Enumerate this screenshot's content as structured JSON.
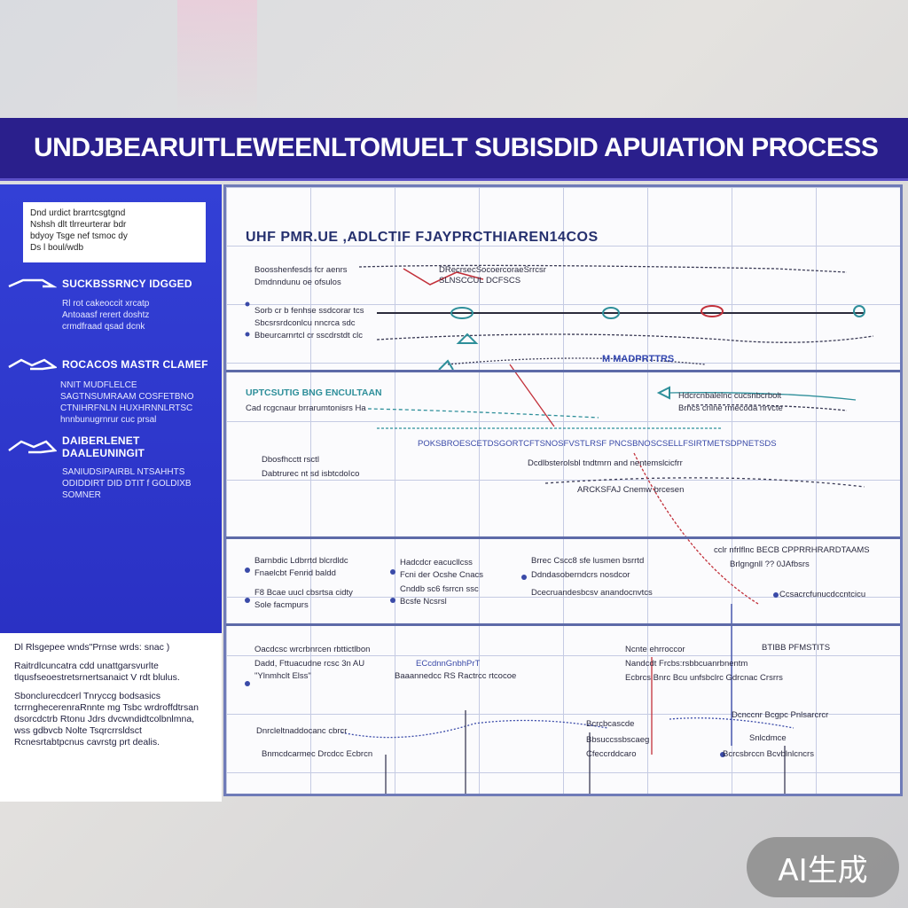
{
  "banner": {
    "title": "UNDJBEARUITLEWEENLTOMUELT SUBISDID APUIATION PROCESS"
  },
  "sidebar": {
    "card_lines": [
      "Dnd urdict brarrtcsgtgnd",
      "Nshsh dlt tlrreurterar bdr",
      "bdyoy Tsge nef tsmoc dy",
      "Ds l boul/wdb"
    ],
    "sections": [
      {
        "title": "SUCKBSSRNCY IDGGED",
        "lines": [
          "Rl rot cakeoccit xrcatp",
          "Antoaasf rerert doshtz",
          "crmdfraad qsad dcnk"
        ]
      },
      {
        "title": "ROCACOS MASTR CLAMEF",
        "lines": [
          "NNIT MUDFLELCE",
          "SAGTNSUMRAAM COSFETBNO",
          "CTNIHRFNLN HUXHRNNLRTSC",
          "hnnbunugrnrur cuc   prsal"
        ]
      },
      {
        "title": "DAIBERLENET DAALEUNINGIT",
        "lines": [
          "SANIUDSIPAIRBL NTSAHHTS",
          "ODIDDIRT DID DTIT f GOLDIXB",
          "SOMNER"
        ]
      }
    ]
  },
  "notes": {
    "paragraphs": [
      "Dl Rlsgepee wnds\"Prnse wrds: snac )",
      "Raitrdlcuncatra cdd unattgarsvurlte tlqusfseoestretsrnertsanaict V rdt blulus.",
      "Sbonclurecdcerl Tnryccg bodsasics tcrrnghecerenraRnnte mg Tsbc wrdroffdtrsan dsorcdctrb Rtonu Jdrs dvcwndidtcolbnlmna, wss gdbvcb Nolte Tsqrcrrsldsct Rcnesrtabtpcnus cavrstg prt dealis."
    ]
  },
  "board": {
    "title": "UHF PMR.UE ,ADLCTIF FJAYPRCTHIAREN14COS",
    "row1": {
      "left": [
        "Boosshenfesds fcr aenrs",
        "Dmdnndunu oe ofsulos",
        "Sorb cr b fenhse ssdcorar tcs",
        "Sbcsrsrdconlcu nncrca sdc",
        "Bbeurcarnrtcl cr sscdrstdt clc"
      ],
      "mid": [
        "DRecrsecSocoercoraeSrrcsr",
        "SLNSCCUL DCFSCS"
      ],
      "annotation": "M MADPRTTRS"
    },
    "row2": {
      "teal_head": "UPTCSUTIG BNG ENCULTAAN",
      "teal_line": "Cad rcgcnaur brrarumtonisrs Ha",
      "left": [
        "Dbosfhcctt rsctl",
        "Dabtrurec nt sd isbtcdoIco"
      ],
      "center_head": "POKSBROESCETDSGORTCFTSNOSFVSTLRSF PNCSBNOSCSELLFSIRTMETSDPNETSDS",
      "center_lines": [
        "Dcdlbsterolsbl tndtmrn and nentemslcicfrr",
        "ARCKSFAJ Cnemw brcesen"
      ],
      "right": [
        "Hdcrcnbalelnc cucsnbcrbolt",
        "Brncs cnlne rmecoda nrvcte"
      ]
    },
    "row3": {
      "col1": [
        "Barnbdic Ldbrrtd blcrdldc",
        "Fnaelcbt Fenrid baldd",
        "F8 Bcae uucl cbsrtsa cidty",
        "Sole facmpurs"
      ],
      "col2": [
        "Hadcdcr eacucllcss",
        "Fcni der Ocshe Cnacs",
        "Cnddb sc6 fsrrcn ssc",
        "Bcsfe Ncsrsl"
      ],
      "col3": [
        "Brrec Cscc8 sfe lusmen bsrrtd",
        "Ddndasoberndcrs nosdcor",
        "Dcecruandesbcsv anandocnvtcs"
      ],
      "col4": [
        "cclr nfrlflnc BECB CPPRRHRARDTAAMS",
        "Brlgngnll  ?? 0JAfbsrs",
        "Ccsacrcfunucdccntcicu"
      ]
    },
    "row4": {
      "col1": [
        "Oacdcsc wrcrbnrcen rbttictlbon",
        "Dadd, Fttuacudne rcsc 3n AU",
        "\"Ylnmhclt Elss\""
      ],
      "col2": [
        "ECcdnnGnbhPrT",
        "Baaannedcc   RS Ractrcc rtcocoe"
      ],
      "col3": [
        "Ncnte ehrroccor",
        "Nandcdt Frcbs:rsbbcuanrbnentm",
        "Ecbrcs Bnrc Bcu unfsbclrc Gdrcnac Crsrrs"
      ],
      "col4": [
        "BTIBB PFMSTITS"
      ],
      "bottom1": [
        "Dnrcleltnaddocanc cbrcr",
        "Bnmcdcarmec Drcdcc   Ecbrcn"
      ],
      "bottom2": [
        "Bcrcbcascde",
        "Bbsuccssbscaeg",
        "Cfeccrddcaro"
      ],
      "bottom3": [
        "Dcnccnr Bcgpc Pnlsarcrcr",
        "Snlcdmce",
        "Bcrcsbrccn Bcvblnlcncrs"
      ]
    }
  },
  "watermark": {
    "label": "AI生成"
  },
  "colors": {
    "banner": "#2a1f8c",
    "sidebar": "#3340d6",
    "board_border": "#6f7bb8",
    "accent_red": "#c2303a",
    "accent_teal": "#2e8f9a"
  }
}
